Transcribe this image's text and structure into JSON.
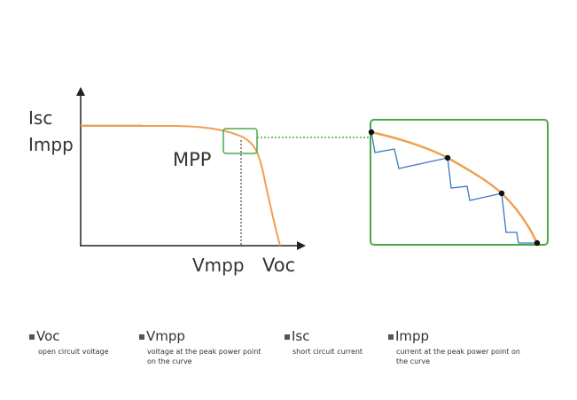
{
  "labels": {
    "isc": "Isc",
    "impp": "Impp",
    "mpp": "MPP",
    "vmpp": "Vmpp",
    "voc": "Voc"
  },
  "legend": [
    {
      "key": "voc",
      "term": "Voc",
      "desc": "open circuit voltage"
    },
    {
      "key": "vmpp",
      "term": "Vmpp",
      "desc": "voltage at the peak power point on the curve"
    },
    {
      "key": "isc",
      "term": "Isc",
      "desc": "short circuit current"
    },
    {
      "key": "impp",
      "term": "Impp",
      "desc": "current at the peak power point on the curve"
    }
  ],
  "colors": {
    "curve": "#f0a050",
    "highlight": "#4aa84a",
    "tracking": "#3a78c0",
    "axis": "#222222",
    "point": "#111111"
  }
}
